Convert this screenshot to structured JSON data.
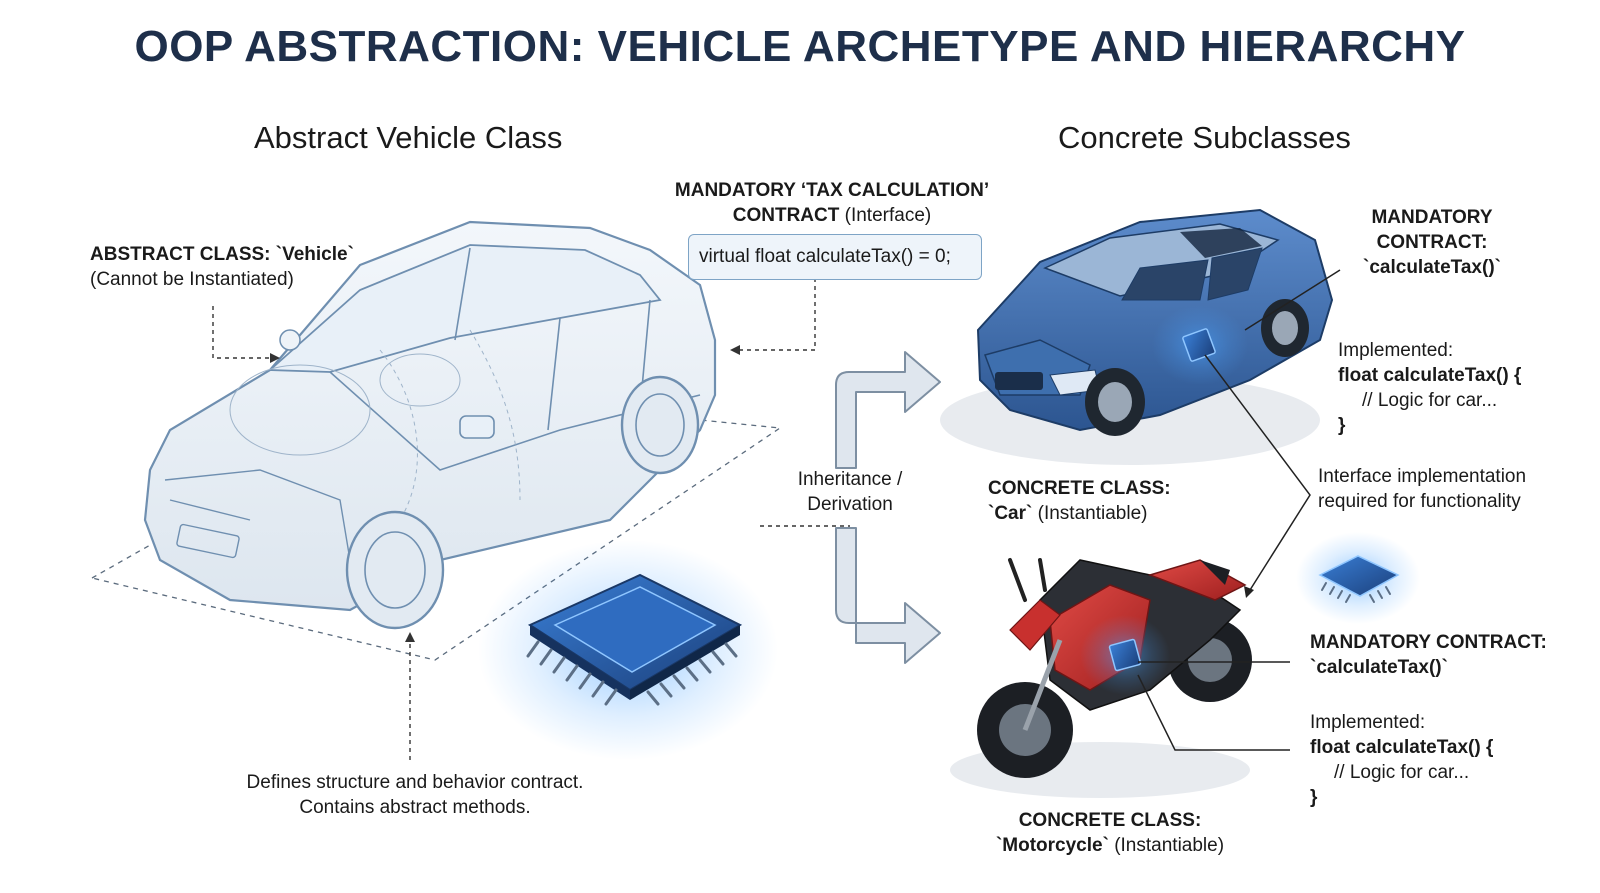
{
  "title": "OOP ABSTRACTION: VEHICLE ARCHETYPE AND HIERARCHY",
  "left_heading": "Abstract Vehicle Class",
  "right_heading": "Concrete Subclasses",
  "abstract_class": {
    "name_line": "ABSTRACT CLASS: `Vehicle`",
    "note": "(Cannot be Instantiated)"
  },
  "interface": {
    "line1": "MANDATORY ‘TAX CALCULATION’",
    "line2_bold": "CONTRACT",
    "line2_rest": " (Interface)",
    "code": "virtual float calculateTax() = 0;"
  },
  "abstract_description": {
    "line1": "Defines structure and behavior contract.",
    "line2": "Contains abstract methods."
  },
  "inheritance_label": {
    "line1": "Inheritance /",
    "line2": "Derivation"
  },
  "car": {
    "class_line1": "CONCRETE CLASS:",
    "class_name": "`Car`",
    "class_note": " (Instantiable)",
    "contract_line1": "MANDATORY",
    "contract_line2": "CONTRACT:",
    "contract_line3": "`calculateTax()`",
    "impl_label": "Implemented:",
    "impl_sig": "float calculateTax() {",
    "impl_body": "// Logic for car...",
    "impl_close": "}"
  },
  "interface_note": {
    "line1": "Interface implementation",
    "line2": "required for functionality"
  },
  "motorcycle": {
    "class_line1": "CONCRETE CLASS:",
    "class_name": "`Motorcycle`",
    "class_note": " (Instantiable)",
    "contract_line1": "MANDATORY CONTRACT:",
    "contract_line2": "`calculateTax()`",
    "impl_label": "Implemented:",
    "impl_sig": "float calculateTax() {",
    "impl_body": "// Logic for car...",
    "impl_close": "}"
  },
  "colors": {
    "title": "#1e2f4a",
    "wireframe": "#6f8fb0",
    "car_body": "#3e6fae",
    "motorcycle_body": "#c8302e",
    "chip_glow": "#4aa3ff",
    "arrow_fill": "#dfe6ee",
    "arrow_stroke": "#7d8fa2"
  }
}
